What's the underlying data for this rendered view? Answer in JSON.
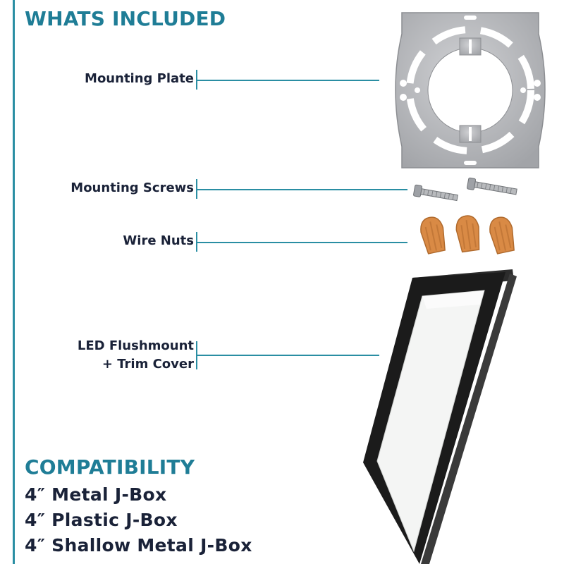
{
  "included": {
    "title": "WHATS INCLUDED",
    "items": [
      {
        "label": "Mounting Plate"
      },
      {
        "label": "Mounting Screws"
      },
      {
        "label": "Wire Nuts"
      },
      {
        "label_line1": "LED Flushmount",
        "label_line2": "+ Trim Cover"
      }
    ]
  },
  "compatibility": {
    "title": "COMPATIBILITY",
    "items": [
      "4″ Metal J-Box",
      "4″ Plastic J-Box",
      "4″ Shallow Metal J-Box"
    ]
  },
  "colors": {
    "accent": "#1f7d96",
    "text": "#1a2238",
    "plate": "#b8b9bc",
    "wire_nut": "#d98a45",
    "frame": "#1b1b1b"
  },
  "icons": [
    "mounting-plate-icon",
    "screw-icon",
    "wire-nut-icon",
    "led-flushmount-icon"
  ]
}
